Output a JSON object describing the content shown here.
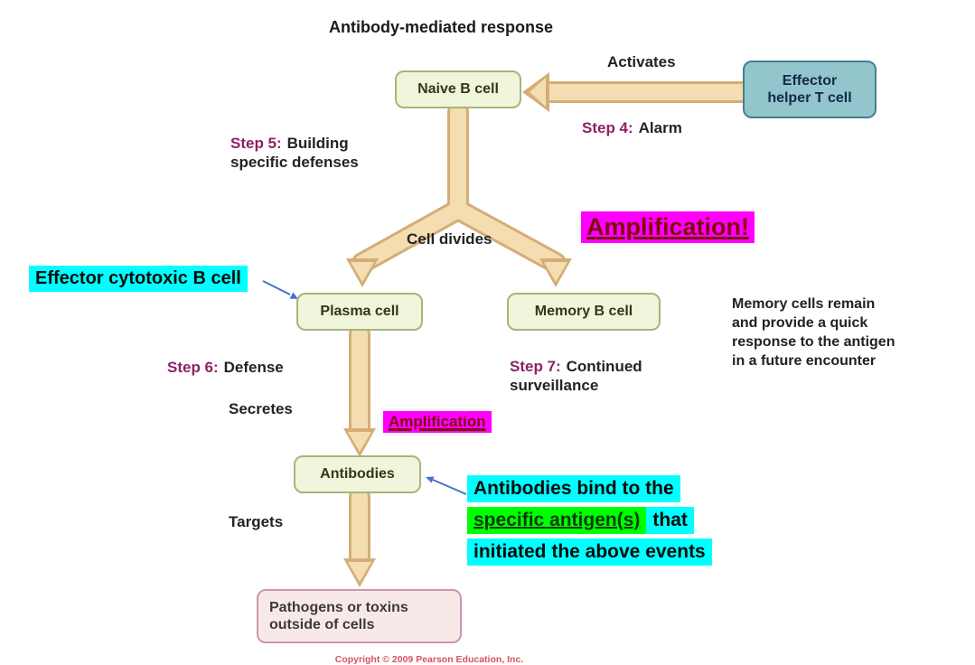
{
  "title": "Antibody-mediated response",
  "boxes": {
    "naive_b_cell": "Naive B cell",
    "effector_helper_t_cell_line1": "Effector",
    "effector_helper_t_cell_line2": "helper T cell",
    "plasma_cell": "Plasma cell",
    "memory_b_cell": "Memory B cell",
    "antibodies": "Antibodies",
    "pathogens": "Pathogens or toxins outside of cells"
  },
  "labels": {
    "activates": "Activates",
    "cell_divides": "Cell divides",
    "secretes": "Secretes",
    "targets": "Targets"
  },
  "steps": {
    "step4": {
      "prefix": "Step 4:",
      "text": "Alarm"
    },
    "step5": {
      "prefix": "Step 5:",
      "line1": "Building",
      "line2": "specific defenses"
    },
    "step6": {
      "prefix": "Step 6:",
      "text": "Defense"
    },
    "step7": {
      "prefix": "Step 7:",
      "line1": "Continued",
      "line2": "surveillance"
    }
  },
  "annotations": {
    "amplification_big": "Amplification!",
    "amplification_small": "Amplification",
    "effector_cytotoxic_b_cell": "Effector cytotoxic B cell",
    "memory_note": "Memory cells remain and provide a quick response to the antigen in a future encounter",
    "antibodies_note": {
      "line1": "Antibodies bind to the",
      "green_text": "specific antigen(s)",
      "line2_rest": "that",
      "line3": "initiated the above events"
    }
  },
  "footer": {
    "copyright": "Copyright © 2009 Pearson Education, Inc."
  },
  "colors": {
    "highlight_cyan": "#00ffff",
    "highlight_magenta": "#ff00ff",
    "highlight_green": "#00ff00",
    "step_purple": "#8e2266",
    "arrow_tan_fill": "#f4ddb0",
    "arrow_tan_outline": "#d4ad77",
    "pointer_blue": "#4673c8",
    "box_green_fill": "#f0f5db",
    "box_teal_fill": "#92c5cc",
    "box_pink_fill": "#f8e9e9"
  }
}
